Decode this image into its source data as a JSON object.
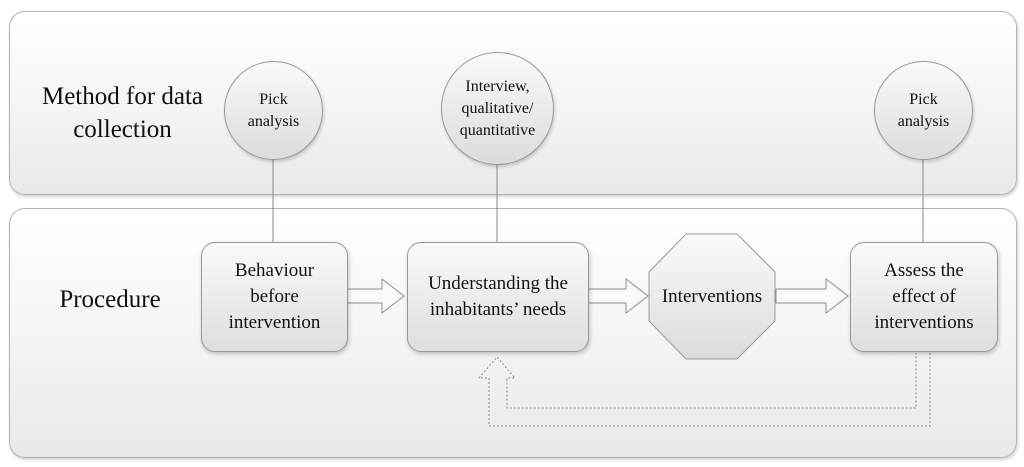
{
  "rows": {
    "method_label": "Method for data collection",
    "procedure_label": "Procedure"
  },
  "methods": [
    {
      "label": "Pick analysis"
    },
    {
      "label": "Interview, qualitative/ quantitative"
    },
    {
      "label": "Pick analysis"
    }
  ],
  "steps": [
    {
      "label": "Behaviour before intervention"
    },
    {
      "label": "Understanding the inhabitants’ needs"
    },
    {
      "label": "Interventions"
    },
    {
      "label": "Assess the effect of interventions"
    }
  ]
}
